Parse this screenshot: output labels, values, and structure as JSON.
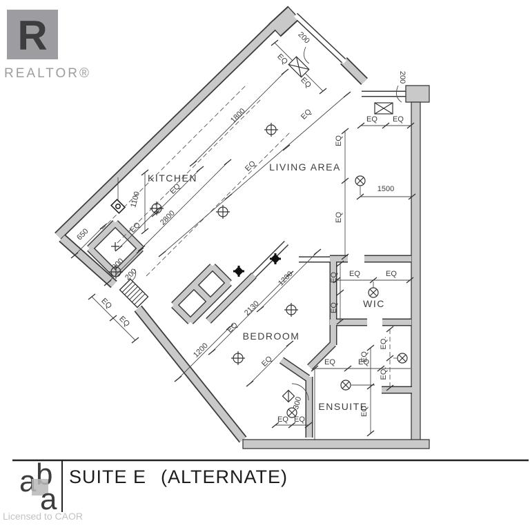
{
  "branding": {
    "realtor_symbol": "R",
    "realtor_wordmark": "REALTOR®",
    "license": "Licensed to CAOR"
  },
  "title_block": {
    "suite": "SUITE E",
    "variant": "(ALTERNATE)",
    "logo_letter_a": "a",
    "logo_letter_b": "b"
  },
  "rooms": {
    "kitchen": "KITCHEN",
    "living": "LIVING AREA",
    "bedroom": "BEDROOM",
    "wic": "WIC",
    "ensuite": "ENSUITE"
  },
  "dims": {
    "eq": "EQ",
    "eq_dot": "EQ.",
    "d200": "200",
    "d300": "300",
    "d650": "650",
    "d800": "800",
    "d1100": "1100",
    "d1200": "1200",
    "d1500": "1500",
    "d1800": "1800",
    "d2130": "2130",
    "d2800": "2800"
  },
  "colors": {
    "wall_fill": "#c9c9c9",
    "wall_edge": "#3a3a3a",
    "dim_line": "#4a4a4a",
    "text": "#3d3d3d",
    "brand_gray": "#9d9da1",
    "license_gray": "#c3c3c7"
  }
}
